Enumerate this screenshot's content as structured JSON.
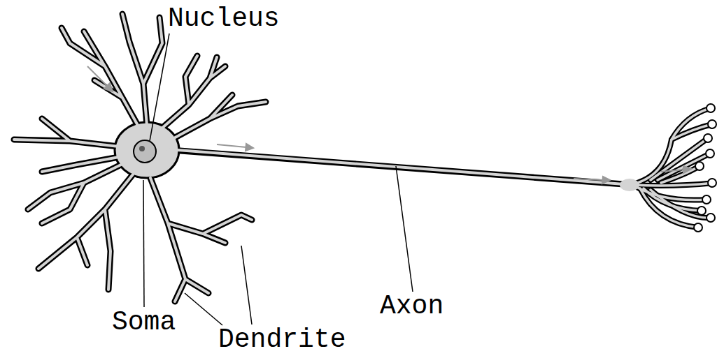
{
  "diagram": {
    "labels": [
      "Nucleus",
      "Soma",
      "Dendrite",
      "Axon"
    ]
  }
}
